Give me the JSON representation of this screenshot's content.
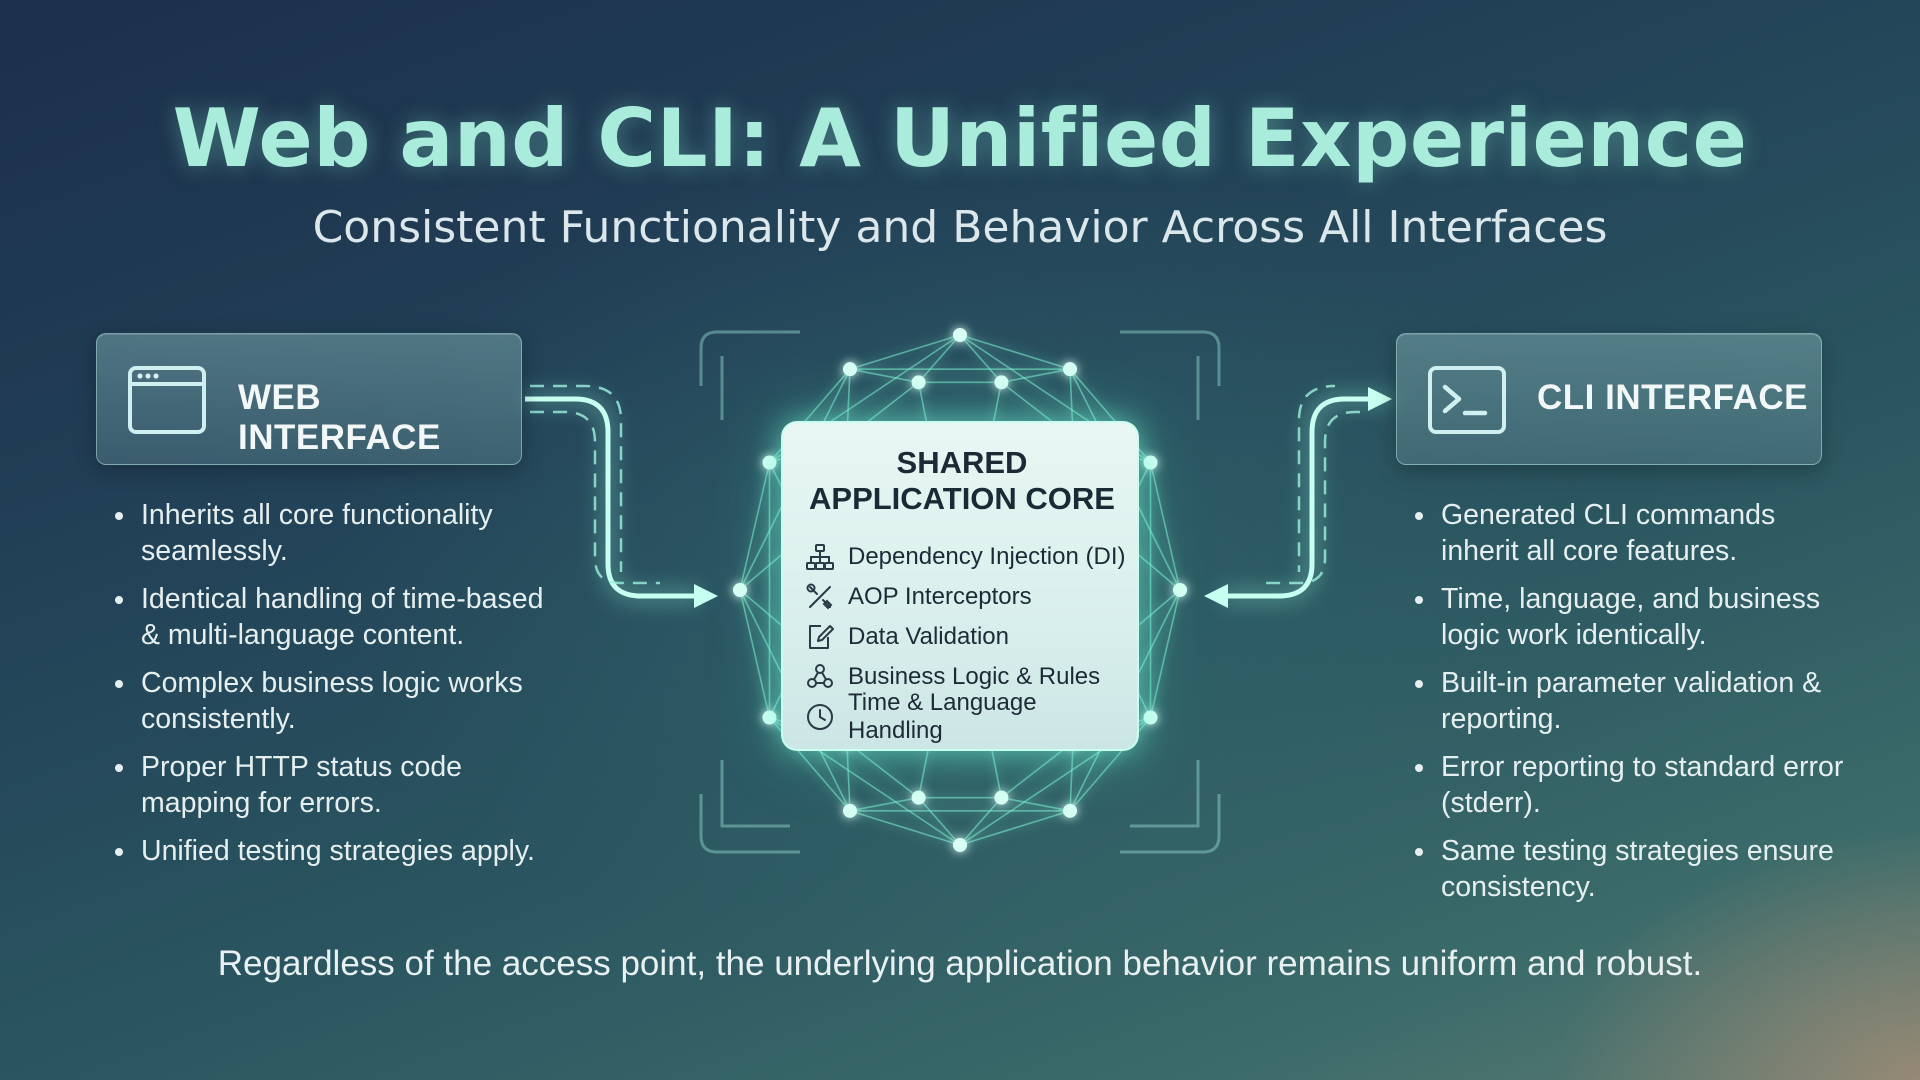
{
  "title": "Web and CLI: A Unified Experience",
  "subtitle": "Consistent Functionality and Behavior Across All Interfaces",
  "web": {
    "icon": "browser-window-icon",
    "label": "WEB INTERFACE",
    "bullets": [
      "Inherits all core functionality seamlessly.",
      "Identical handling of time-based & multi-language content.",
      "Complex business logic works consistently.",
      "Proper HTTP status code mapping for errors.",
      "Unified testing strategies apply."
    ]
  },
  "cli": {
    "icon": "terminal-prompt-icon",
    "label": "CLI INTERFACE",
    "bullets": [
      "Generated CLI commands inherit all core features.",
      "Time, language, and business logic work identically.",
      "Built-in parameter validation & reporting.",
      "Error reporting to standard error (stderr).",
      "Same testing strategies ensure consistency."
    ]
  },
  "core": {
    "title_line1": "SHARED",
    "title_line2": "APPLICATION CORE",
    "items": [
      {
        "icon": "hierarchy-icon",
        "label": "Dependency Injection (DI)"
      },
      {
        "icon": "tools-icon",
        "label": "AOP Interceptors"
      },
      {
        "icon": "edit-document-icon",
        "label": "Data Validation"
      },
      {
        "icon": "org-chart-icon",
        "label": "Business Logic & Rules"
      },
      {
        "icon": "clock-icon",
        "label": "Time & Language Handling"
      }
    ]
  },
  "footer": "Regardless of the access point, the underlying application behavior remains uniform and robust.",
  "colors": {
    "title": "#a9ecdc",
    "glow": "#7ff5d4",
    "card": "#e8f7f3"
  }
}
